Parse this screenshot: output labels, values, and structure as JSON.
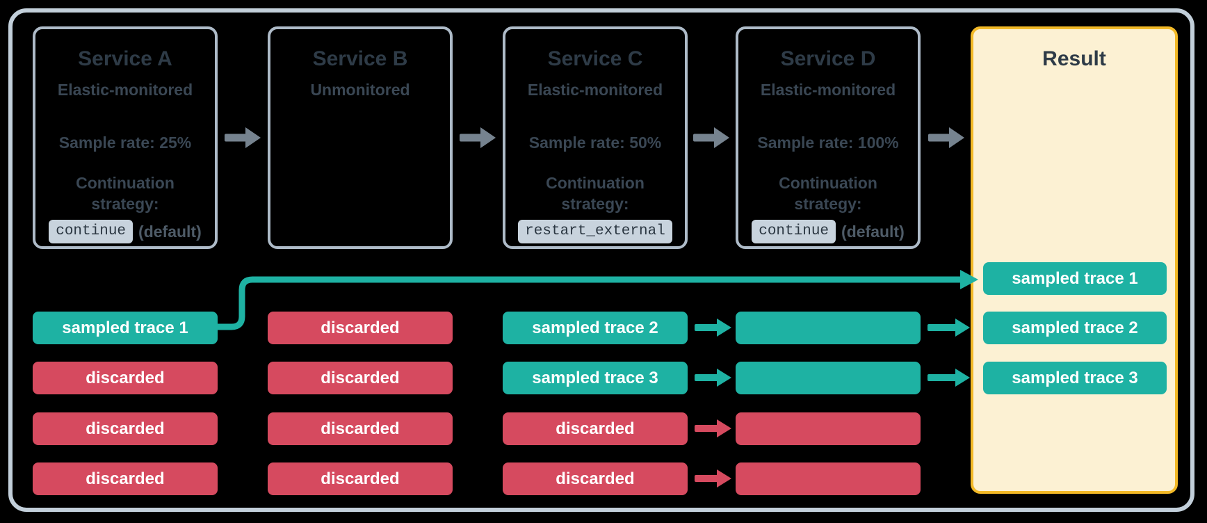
{
  "colors": {
    "background": "#000000",
    "frame_border": "#C2CFDA",
    "box_border": "#AEBBC8",
    "heading_text": "#2E3B47",
    "body_text": "#3A4754",
    "muted_text": "#4E5B67",
    "code_bg": "#C8D3DD",
    "code_text": "#2B3742",
    "arrow_gray": "#76838F",
    "teal": "#1EB2A3",
    "red": "#D64A5F",
    "pill_text": "#FFFFFF",
    "result_bg": "#FCF1D3",
    "result_border": "#F2B927"
  },
  "services": [
    {
      "title": "Service A",
      "monitoring": "Elastic-monitored",
      "sample_rate": "Sample rate: 25%",
      "strategy_label": "Continuation strategy:",
      "strategy_code": "continue",
      "strategy_suffix": "(default)"
    },
    {
      "title": "Service B",
      "monitoring": "Unmonitored"
    },
    {
      "title": "Service C",
      "monitoring": "Elastic-monitored",
      "sample_rate": "Sample rate: 50%",
      "strategy_label": "Continuation strategy:",
      "strategy_code": "restart_external"
    },
    {
      "title": "Service D",
      "monitoring": "Elastic-monitored",
      "sample_rate": "Sample rate: 100%",
      "strategy_label": "Continuation strategy:",
      "strategy_code": "continue",
      "strategy_suffix": "(default)"
    }
  ],
  "trace_columns": [
    {
      "service": "Service A",
      "rows": [
        {
          "label": "sampled trace 1",
          "type": "sampled"
        },
        {
          "label": "discarded",
          "type": "discarded"
        },
        {
          "label": "discarded",
          "type": "discarded"
        },
        {
          "label": "discarded",
          "type": "discarded"
        }
      ]
    },
    {
      "service": "Service B",
      "rows": [
        {
          "label": "discarded",
          "type": "discarded"
        },
        {
          "label": "discarded",
          "type": "discarded"
        },
        {
          "label": "discarded",
          "type": "discarded"
        },
        {
          "label": "discarded",
          "type": "discarded"
        }
      ]
    },
    {
      "service": "Service C",
      "rows": [
        {
          "label": "sampled trace 2",
          "type": "sampled"
        },
        {
          "label": "sampled trace 3",
          "type": "sampled"
        },
        {
          "label": "discarded",
          "type": "discarded"
        },
        {
          "label": "discarded",
          "type": "discarded"
        }
      ]
    },
    {
      "service": "Service D",
      "rows": [
        {
          "label": "",
          "type": "sampled"
        },
        {
          "label": "",
          "type": "sampled"
        },
        {
          "label": "",
          "type": "discarded"
        },
        {
          "label": "",
          "type": "discarded"
        }
      ]
    }
  ],
  "result": {
    "title": "Result",
    "pills": [
      {
        "label": "sampled trace 1",
        "type": "sampled"
      },
      {
        "label": "sampled trace 2",
        "type": "sampled"
      },
      {
        "label": "sampled trace 3",
        "type": "sampled"
      }
    ]
  }
}
